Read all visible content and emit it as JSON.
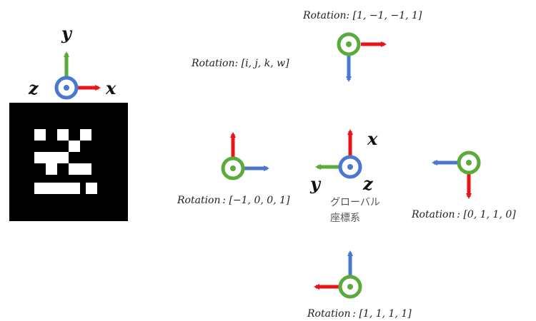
{
  "colors": {
    "x_axis": "#e8141a",
    "y_axis": "#5aaa3c",
    "z_axis": "#4a78d0",
    "marker": "#000000",
    "text": "#222222"
  },
  "marker_axes": {
    "x": "x",
    "y": "y",
    "z": "z"
  },
  "global_axes": {
    "x": "x",
    "y": "y",
    "z": "z"
  },
  "global_label": [
    "グローバル",
    "座標系"
  ],
  "rotations": {
    "legend": "Rotation: [i, j, k, w]",
    "top": "Rotation: [1, −1, −1, 1]",
    "left": "Rotation :  [−1, 0, 0, 1]",
    "right": "Rotation :  [0, 1, 1, 0]",
    "bottom": "Rotation :  [1, 1, 1, 1]"
  },
  "icons": {
    "marker": "aruco-marker",
    "frame_marker": "coordinate-frame-icon",
    "frame_global": "coordinate-frame-icon"
  }
}
